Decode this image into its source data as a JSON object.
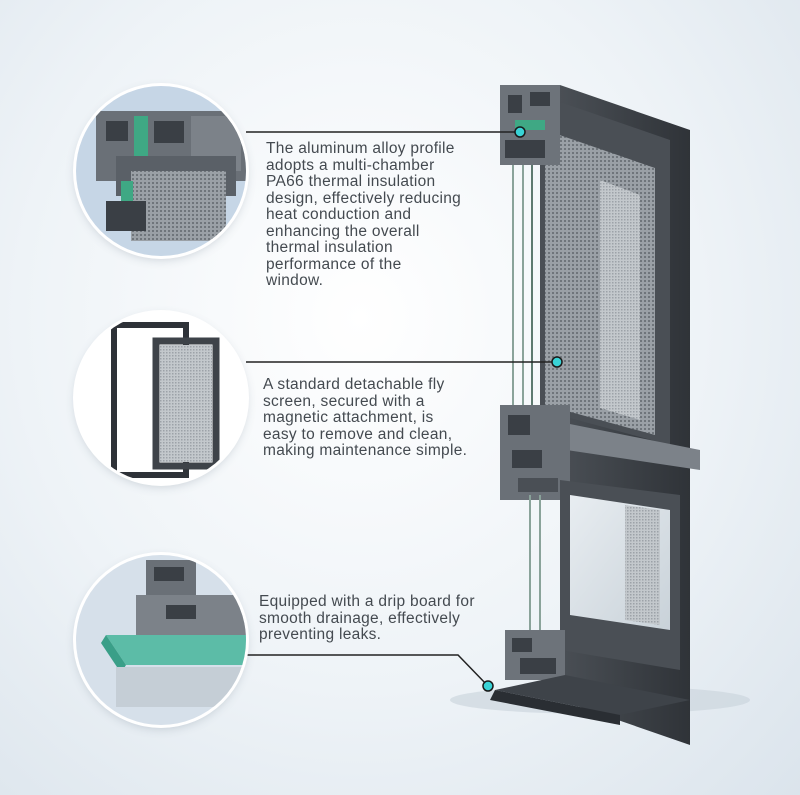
{
  "callouts": [
    {
      "text": "The aluminum alloy profile\nadopts a multi-chamber\nPA66 thermal insulation\ndesign, effectively reducing\nheat conduction and\nenhancing the overall\nthermal insulation\nperformance of the\nwindow.",
      "image": "thermal-break-profile-cross-section"
    },
    {
      "text": "A standard detachable fly\nscreen, secured with a\nmagnetic attachment, is\neasy to remove and clean,\nmaking maintenance simple.",
      "image": "detachable-fly-screen"
    },
    {
      "text": "Equipped with a drip board for\nsmooth drainage, effectively\npreventing leaks.",
      "image": "drip-board-detail"
    }
  ],
  "colors": {
    "frame": "#5b6067",
    "frame_dark": "#3e4349",
    "accent_dot": "#39d3d6",
    "insulation_green": "#3fa884",
    "drip_board": "#4fb8a0",
    "text": "#444a50"
  }
}
